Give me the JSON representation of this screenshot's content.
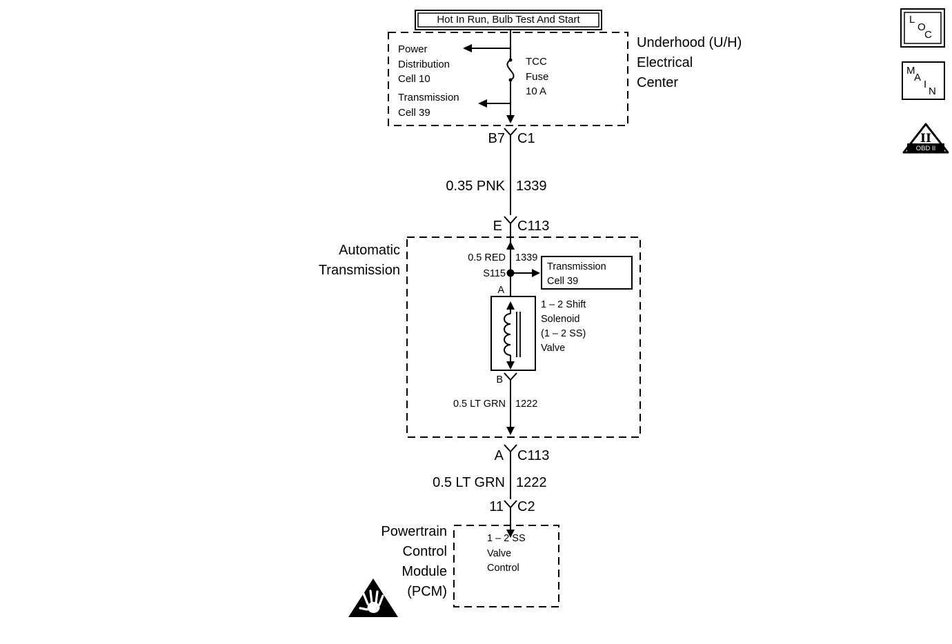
{
  "banner": {
    "text": "Hot In Run, Bulb Test And Start"
  },
  "underhood": {
    "label": "Underhood (U/H)\nElectrical\nCenter",
    "power_distribution_ref": "Power\nDistribution\nCell 10",
    "transmission_ref": "Transmission\nCell 39",
    "fuse_label": "TCC\nFuse\n10 A"
  },
  "connectors": {
    "c1": {
      "pin": "B7",
      "name": "C1"
    },
    "c113_top": {
      "pin": "E",
      "name": "C113"
    },
    "c113_bottom": {
      "pin": "A",
      "name": "C113"
    },
    "c2": {
      "pin": "11",
      "name": "C2"
    }
  },
  "wires": {
    "pnk": {
      "label": "0.35 PNK",
      "circuit": "1339"
    },
    "red": {
      "label": "0.5 RED",
      "circuit": "1339"
    },
    "lt_grn_inner": {
      "label": "0.5 LT GRN",
      "circuit": "1222"
    },
    "lt_grn_outer": {
      "label": "0.5 LT GRN",
      "circuit": "1222"
    }
  },
  "transmission": {
    "label": "Automatic\nTransmission",
    "splice": "S115",
    "cell_ref": "Transmission\nCell 39",
    "terminal_a": "A",
    "terminal_b": "B",
    "solenoid_label": "1 – 2 Shift\nSolenoid\n(1 – 2 SS)\nValve"
  },
  "pcm": {
    "label": "Powertrain\nControl\nModule\n(PCM)",
    "function_label": "1 – 2 SS\nValve\nControl"
  },
  "badges": {
    "loc": [
      "L",
      "O",
      "C"
    ],
    "main": [
      "M",
      "A",
      "I",
      "N"
    ],
    "obd": {
      "numeral": "II",
      "label": "OBD II"
    }
  }
}
